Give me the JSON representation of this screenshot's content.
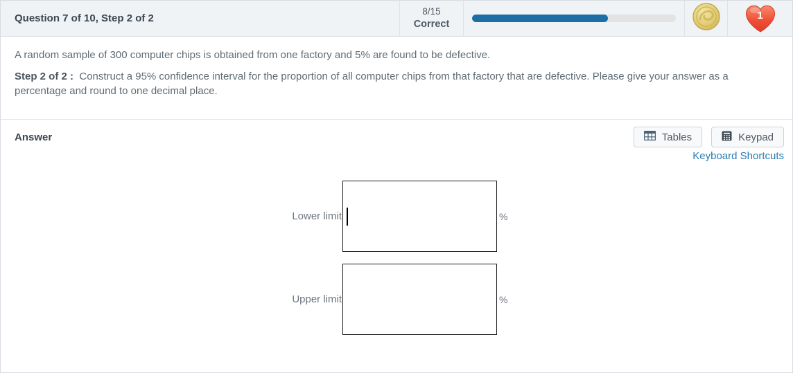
{
  "header": {
    "title": "Question 7 of 10, Step 2 of 2",
    "score_value": "8/15",
    "score_label": "Correct",
    "progress_percent": 66.7,
    "lives_count": "1"
  },
  "question": {
    "intro": "A random sample of 300 computer chips is obtained from one factory and 5% are found to be defective.",
    "step_label": "Step 2 of 2 :",
    "step_text": "Construct a 95% confidence interval for the proportion of all computer chips from that factory that are defective. Please give your answer as a percentage and round to one decimal place."
  },
  "answer": {
    "section_label": "Answer",
    "tables_button": "Tables",
    "keypad_button": "Keypad",
    "shortcuts_link": "Keyboard Shortcuts",
    "fields": [
      {
        "label": "Lower limit",
        "value": "",
        "suffix": "%"
      },
      {
        "label": "Upper limit",
        "value": "",
        "suffix": "%"
      }
    ]
  },
  "colors": {
    "progress_fill": "#1d6ea5",
    "header_background": "#f0f3f6",
    "link_blue": "#2b7cb0",
    "heart_red": "#e8452f",
    "coin_gold": "#e6d17a"
  }
}
